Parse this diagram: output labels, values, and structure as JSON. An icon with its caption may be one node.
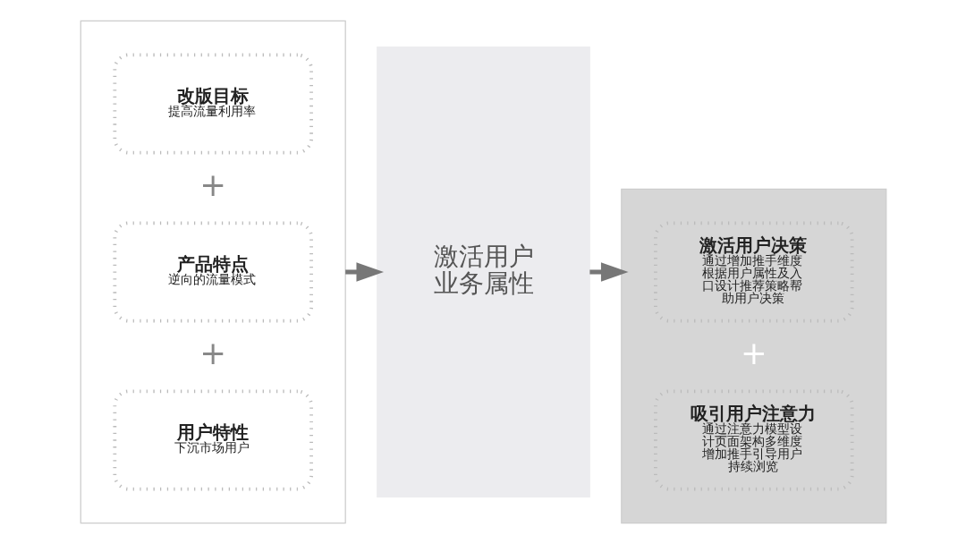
{
  "diagram": {
    "nodes": [
      {
        "text": [],
        "shape": "box"
      },
      {
        "text": [
          "用户特性",
          "下沉市场用户"
        ],
        "in": 0
      },
      {
        "text": [
          "产品特点",
          "逆向的流量模式"
        ],
        "in": 0
      },
      {
        "text": [
          "改版目标",
          "提高流量利用率"
        ],
        "in": 0
      },
      {
        "text": [
          "激活用户业务属性"
        ]
      },
      {
        "text": [],
        "shape": "box"
      },
      {
        "text": [
          "吸引用户注意力",
          "通过注意力模型设计页面架构多维度增加推手引导用户持续浏览"
        ],
        "in": 5
      },
      {
        "text": [
          "激活用户决策",
          "通过增加推手维度根据用户属性及入口设计推荐策略帮助用户决策"
        ],
        "in": 5
      }
    ],
    "edges": [
      {
        "from": 0,
        "to": 4,
        "arrow": "to"
      },
      {
        "from": 4,
        "to": 5,
        "arrow": "to"
      }
    ],
    "labels": [
      "+",
      "+",
      "+"
    ]
  }
}
